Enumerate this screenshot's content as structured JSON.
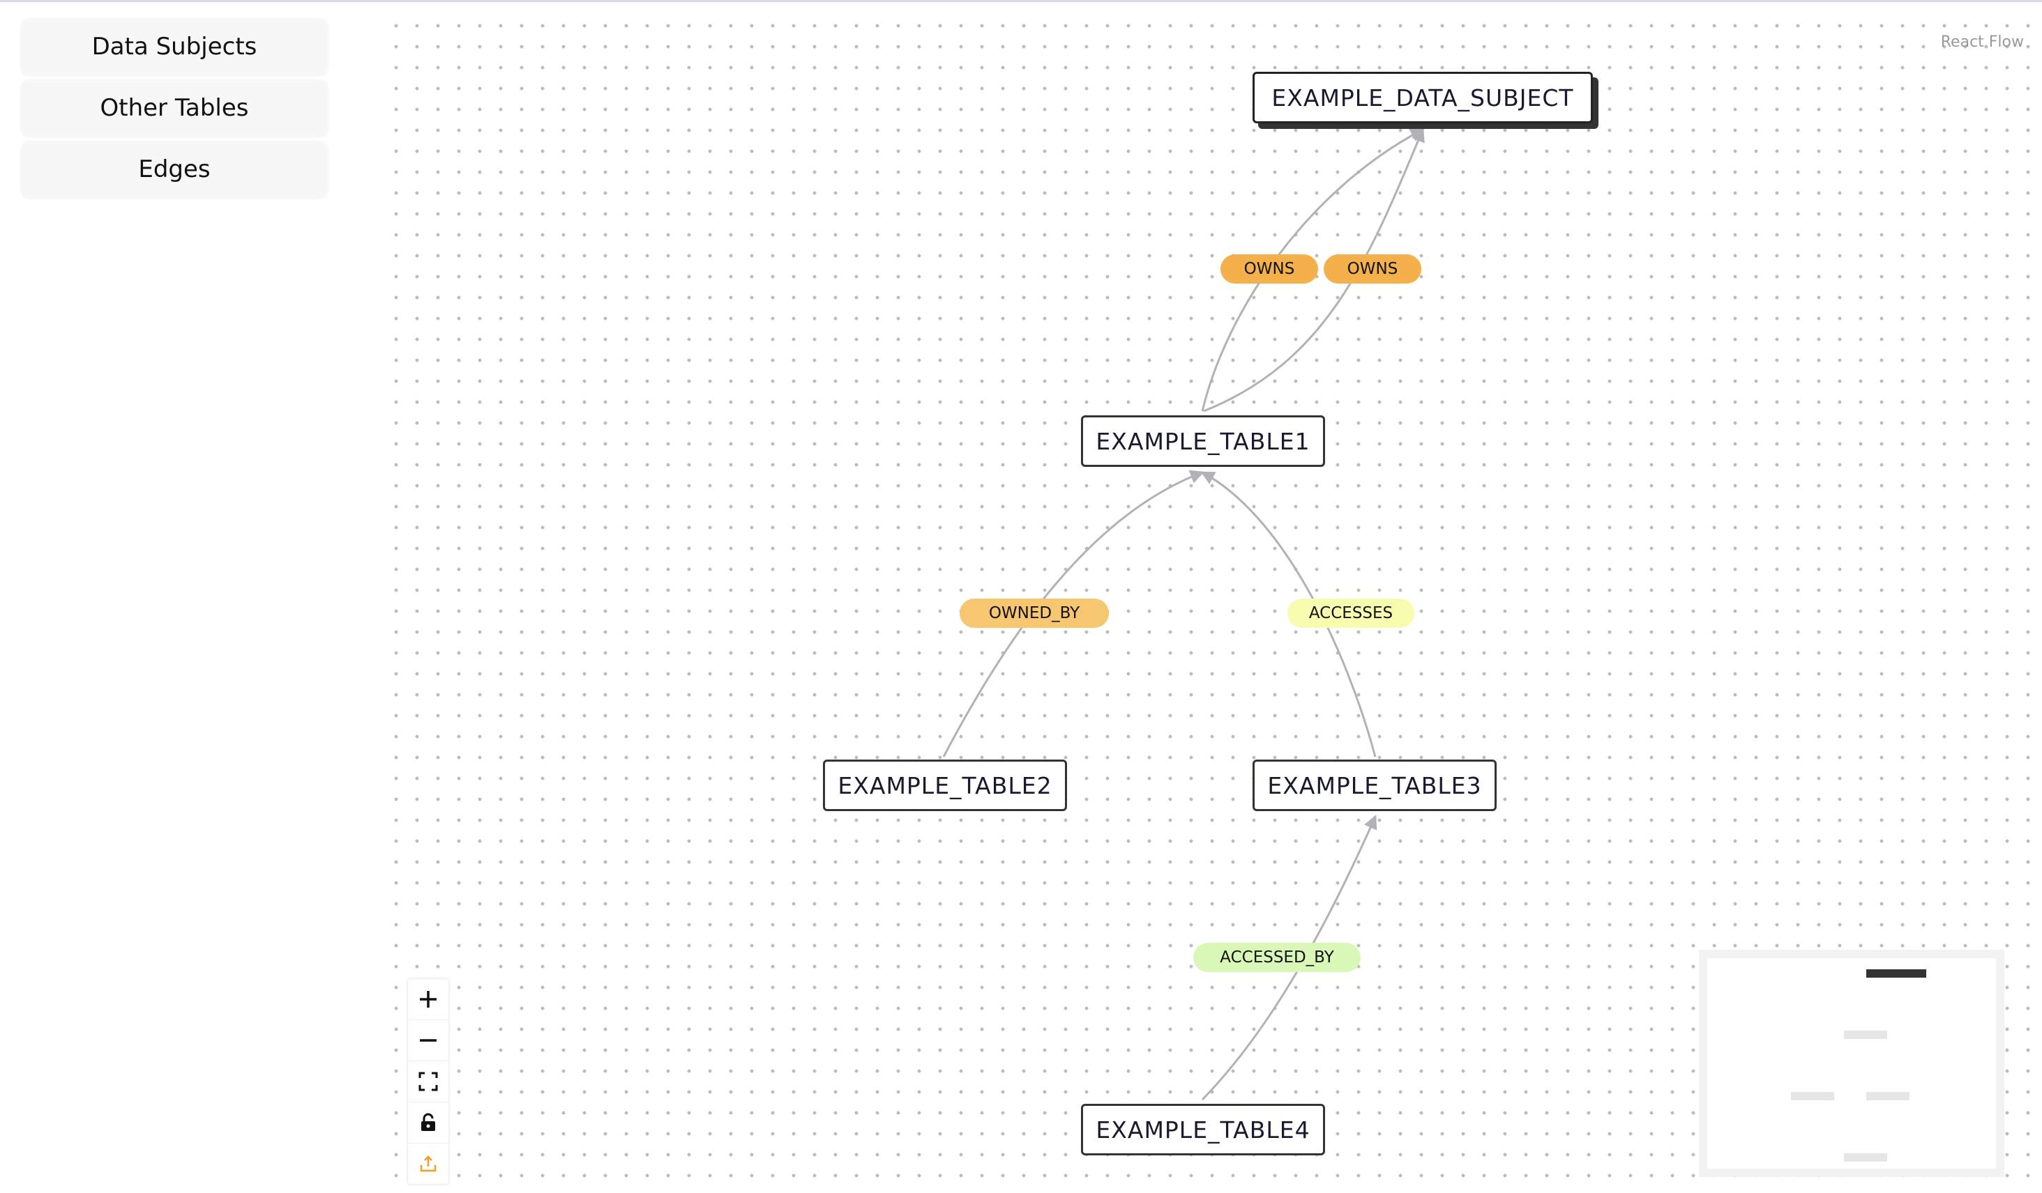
{
  "sidebar": {
    "items": [
      {
        "label": "Data Subjects"
      },
      {
        "label": "Other Tables"
      },
      {
        "label": "Edges"
      }
    ]
  },
  "attribution": "React Flow",
  "nodes": {
    "subject": "EXAMPLE_DATA_SUBJECT",
    "table1": "EXAMPLE_TABLE1",
    "table2": "EXAMPLE_TABLE2",
    "table3": "EXAMPLE_TABLE3",
    "table4": "EXAMPLE_TABLE4"
  },
  "edges": {
    "owns_a": {
      "label": "OWNS",
      "color": "#f4b04a"
    },
    "owns_b": {
      "label": "OWNS",
      "color": "#f4b04a"
    },
    "owned_by": {
      "label": "OWNED_BY",
      "color": "#f6c670"
    },
    "accesses": {
      "label": "ACCESSES",
      "color": "#f8fcae"
    },
    "accessed_by": {
      "label": "ACCESSED_BY",
      "color": "#d9f8b8"
    }
  },
  "colors": {
    "edge_stroke": "#b1b1b7",
    "node_border": "#333333",
    "export_icon": "#f0a020"
  },
  "controls": [
    "plus-icon",
    "minus-icon",
    "fit-view-icon",
    "lock-icon",
    "export-icon"
  ]
}
